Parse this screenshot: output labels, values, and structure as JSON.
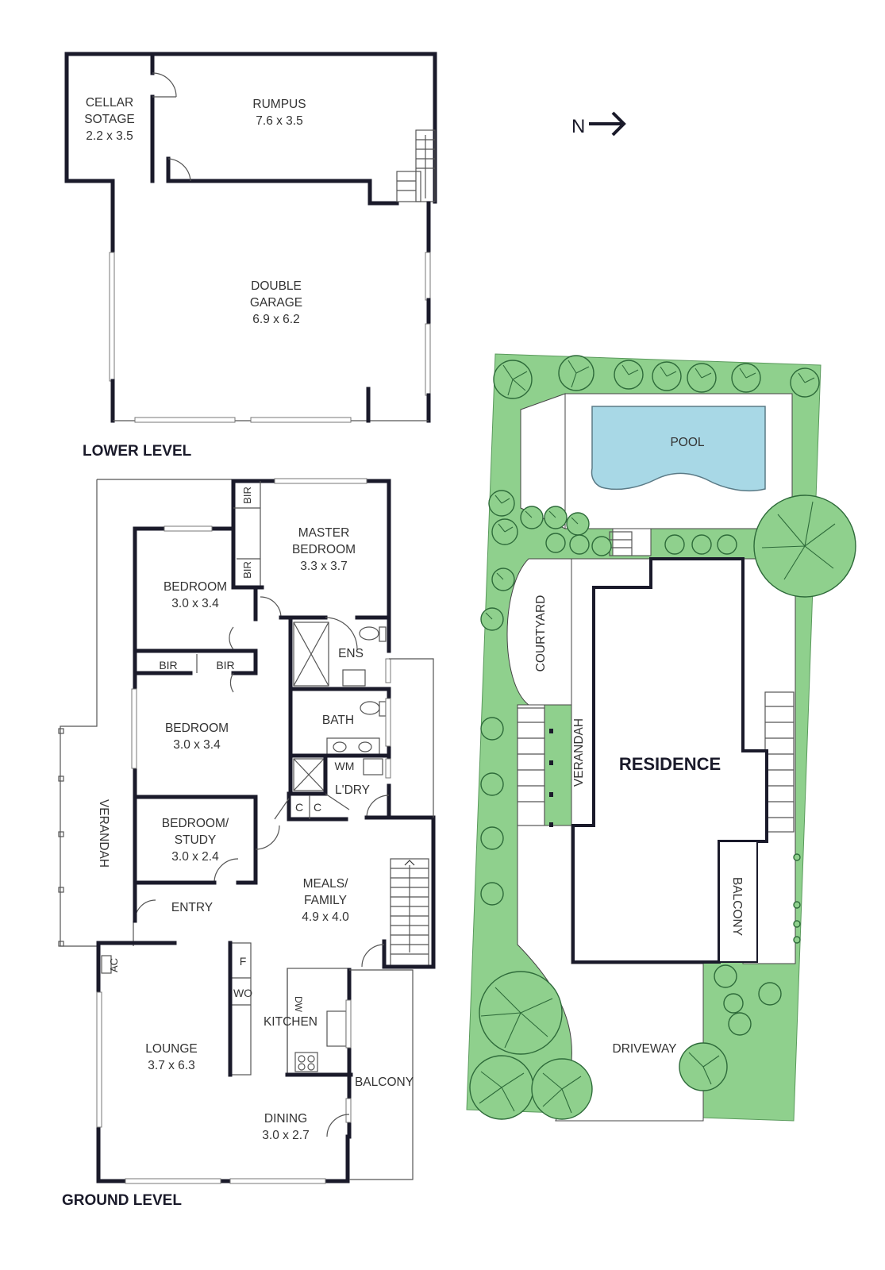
{
  "levels": {
    "lower": "LOWER LEVEL",
    "ground": "GROUND LEVEL"
  },
  "compass": {
    "label": "N"
  },
  "lower_rooms": {
    "cellar": [
      "CELLAR",
      "SOTAGE",
      "2.2 x 3.5"
    ],
    "rumpus": [
      "RUMPUS",
      "7.6 x 3.5"
    ],
    "garage": [
      "DOUBLE",
      "GARAGE",
      "6.9 x 6.2"
    ]
  },
  "ground_rooms": {
    "master": [
      "MASTER",
      "BEDROOM",
      "3.3 x 3.7"
    ],
    "bedroom1": [
      "BEDROOM",
      "3.0 x 3.4"
    ],
    "bedroom2": [
      "BEDROOM",
      "3.0 x 3.4"
    ],
    "study": [
      "BEDROOM/",
      "STUDY",
      "3.0 x 2.4"
    ],
    "meals": [
      "MEALS/",
      "FAMILY",
      "4.9 x 4.0"
    ],
    "lounge": [
      "LOUNGE",
      "3.7 x 6.3"
    ],
    "dining": [
      "DINING",
      "3.0 x 2.7"
    ],
    "kitchen": "KITCHEN",
    "entry": "ENTRY",
    "ens": "ENS",
    "bath": "BATH",
    "ldry": "L'DRY",
    "wm": "WM",
    "bir": "BIR",
    "c": "C",
    "f": "F",
    "wo": "WO",
    "dw": "DW",
    "ac": "AC",
    "verandah": "VERANDAH",
    "balcony": "BALCONY"
  },
  "site": {
    "pool": "POOL",
    "courtyard": "COURTYARD",
    "verandah": "VERANDAH",
    "residence": "RESIDENCE",
    "balcony": "BALCONY",
    "driveway": "DRIVEWAY"
  },
  "colors": {
    "wall": "#1a1a2a",
    "lawn": "#8fd08d",
    "tree_outline": "#2e6b3a",
    "pool": "#a8d8e6",
    "paving": "#ffffff"
  }
}
